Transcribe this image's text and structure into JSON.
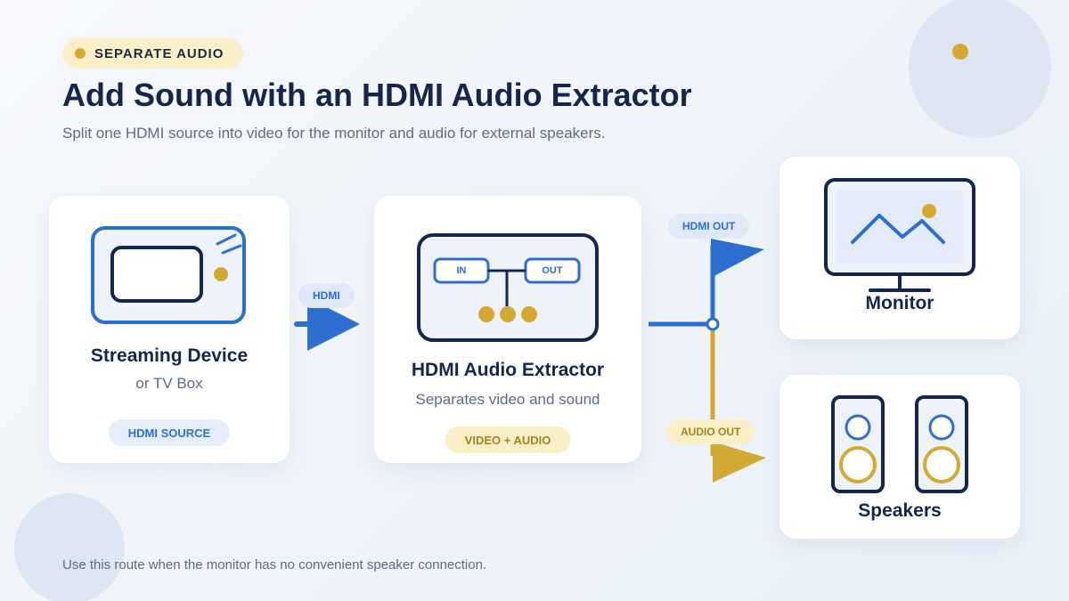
{
  "header": {
    "badge": "SEPARATE AUDIO",
    "title": "Add Sound with an HDMI Audio Extractor",
    "subtitle": "Split one HDMI source into video for the monitor and audio for external speakers."
  },
  "source": {
    "name": "Streaming Device",
    "sub": "or TV Box",
    "pill": "HDMI SOURCE"
  },
  "extractor": {
    "name": "HDMI Audio Extractor",
    "sub": "Separates video and sound",
    "pill": "VIDEO + AUDIO",
    "port_in": "IN",
    "port_out": "OUT"
  },
  "monitor": {
    "name": "Monitor"
  },
  "speakers": {
    "name": "Speakers"
  },
  "connectors": {
    "hdmi": "HDMI",
    "hdmi_out": "HDMI OUT",
    "audio_out": "AUDIO OUT"
  },
  "footnote": "Use this route when the monitor has no convenient speaker connection.",
  "colors": {
    "navy": "#14274a",
    "blue": "#2c6fd1",
    "gold": "#d4a933",
    "card": "#ffffff",
    "background": "#eef3fa"
  }
}
